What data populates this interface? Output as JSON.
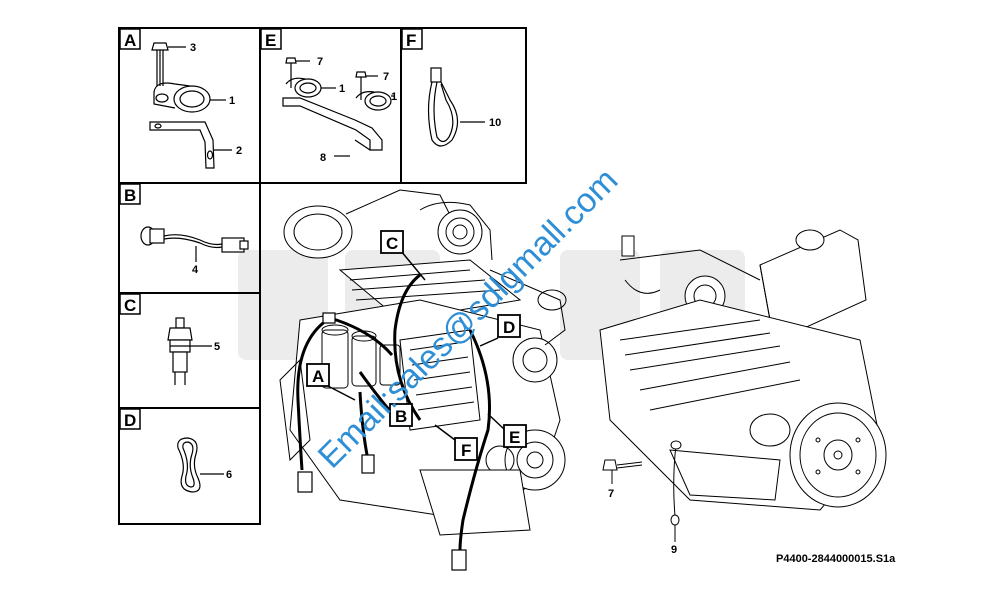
{
  "panels": {
    "A": {
      "letter": "A",
      "callouts": [
        "3",
        "1",
        "2"
      ]
    },
    "E": {
      "letter": "E",
      "callouts": [
        "7",
        "1",
        "7",
        "1",
        "8"
      ]
    },
    "F": {
      "letter": "F",
      "callouts": [
        "10"
      ]
    },
    "B": {
      "letter": "B",
      "callouts": [
        "4"
      ]
    },
    "C": {
      "letter": "C",
      "callouts": [
        "5"
      ]
    },
    "D": {
      "letter": "D",
      "callouts": [
        "6"
      ]
    }
  },
  "engine_tags": {
    "C": "C",
    "D": "D",
    "A": "A",
    "B": "B",
    "F": "F",
    "E": "E"
  },
  "rear_callouts": {
    "bolt": "7",
    "strap": "9"
  },
  "watermark": "Email:sales@sdlgmall.com",
  "part_code": "P4400-2844000015.S1a",
  "colors": {
    "line": "#000000",
    "watermark": "#2f8fd6",
    "faint_logo": "#e6e6e6"
  }
}
